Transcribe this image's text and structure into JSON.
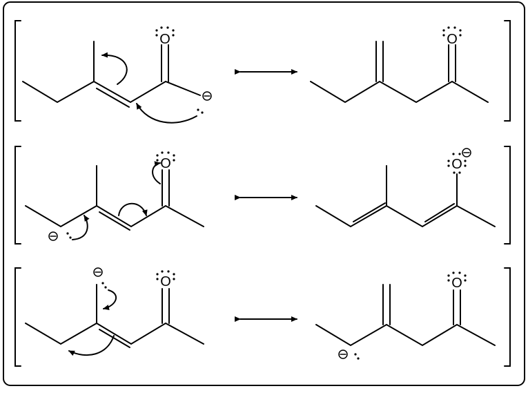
{
  "colors": {
    "ink": "#000000",
    "background": "#ffffff",
    "frame": "#000000"
  },
  "atoms": {
    "oxygen": "O",
    "minus": "−"
  },
  "rows": [
    {
      "name": "resonance-row-1",
      "arrow": "double-headed-resonance-arrow"
    },
    {
      "name": "resonance-row-2",
      "arrow": "double-headed-resonance-arrow"
    },
    {
      "name": "resonance-row-3",
      "arrow": "double-headed-resonance-arrow"
    }
  ]
}
